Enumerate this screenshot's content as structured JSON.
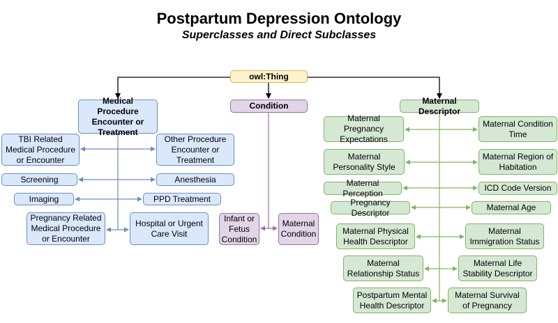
{
  "title": "Postpartum Depression Ontology",
  "subtitle": "Superclasses and Direct Subclasses",
  "colors": {
    "root_fill": "#fff2cc",
    "root_stroke": "#d6b656",
    "blue_fill": "#dae8fc",
    "blue_stroke": "#6c8ebf",
    "purple_fill": "#e1d5e7",
    "purple_stroke": "#9673a6",
    "green_fill": "#d5e8d4",
    "green_stroke": "#82b366"
  },
  "root": {
    "label": "owl:Thing"
  },
  "medical": {
    "label": "Medical Procedure Encounter or Treatment",
    "subclasses": [
      "TBI Related Medical Procedure or Encounter",
      "Other Procedure Encounter or Treatment",
      "Screening",
      "Anesthesia",
      "Imaging",
      "PPD Treatment",
      "Pregnancy Related Medical Procedure or Encounter",
      "Hospital or Urgent Care Visit"
    ]
  },
  "condition": {
    "label": "Condition",
    "subclasses": [
      "Infant or Fetus Condition",
      "Maternal Condition"
    ]
  },
  "maternal": {
    "label": "Maternal Descriptor",
    "subclasses": [
      "Maternal Pregnancy Expectations",
      "Maternal Condition Time",
      "Maternal Personality Style",
      "Maternal Region of Habitation",
      "Maternal Perception",
      "ICD Code Version",
      "Pregnancy Descriptor",
      "Maternal Age",
      "Maternal Physical Health Descriptor",
      "Maternal Immigration Status",
      "Maternal Relationship Status",
      "Maternal Life Stability Descriptor",
      "Postpartum Mental Health Descriptor",
      "Maternal Survival of Pregnancy"
    ]
  }
}
